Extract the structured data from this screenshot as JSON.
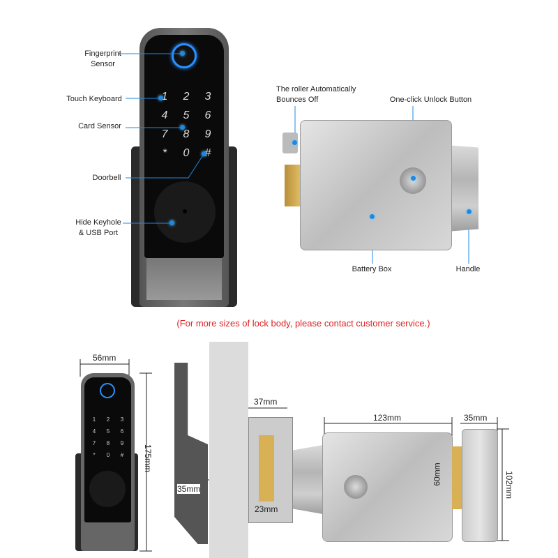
{
  "callouts": {
    "fingerprint": "Fingerprint\nSensor",
    "keyboard": "Touch Keyboard",
    "card": "Card Sensor",
    "doorbell": "Doorbell",
    "keyhole": "Hide Keyhole\n& USB Port",
    "roller": "The roller Automatically\nBounces Off",
    "unlock": "One-click Unlock Button",
    "battery": "Battery Box",
    "handle": "Handle"
  },
  "keypad": [
    "1",
    "2",
    "3",
    "4",
    "5",
    "6",
    "7",
    "8",
    "9",
    "*",
    "0",
    "#"
  ],
  "notice": "(For more sizes of lock body, please contact customer service.)",
  "notice_color": "#e02020",
  "accent_color": "#1e88e5",
  "dimensions": {
    "width_panel": "56mm",
    "height_panel": "175mm",
    "door_gap": "35mm",
    "body_depth": "37mm",
    "bolt": "23mm",
    "body_width": "123mm",
    "side_width": "35mm",
    "body_height": "102mm",
    "bolt_height": "60mm"
  }
}
